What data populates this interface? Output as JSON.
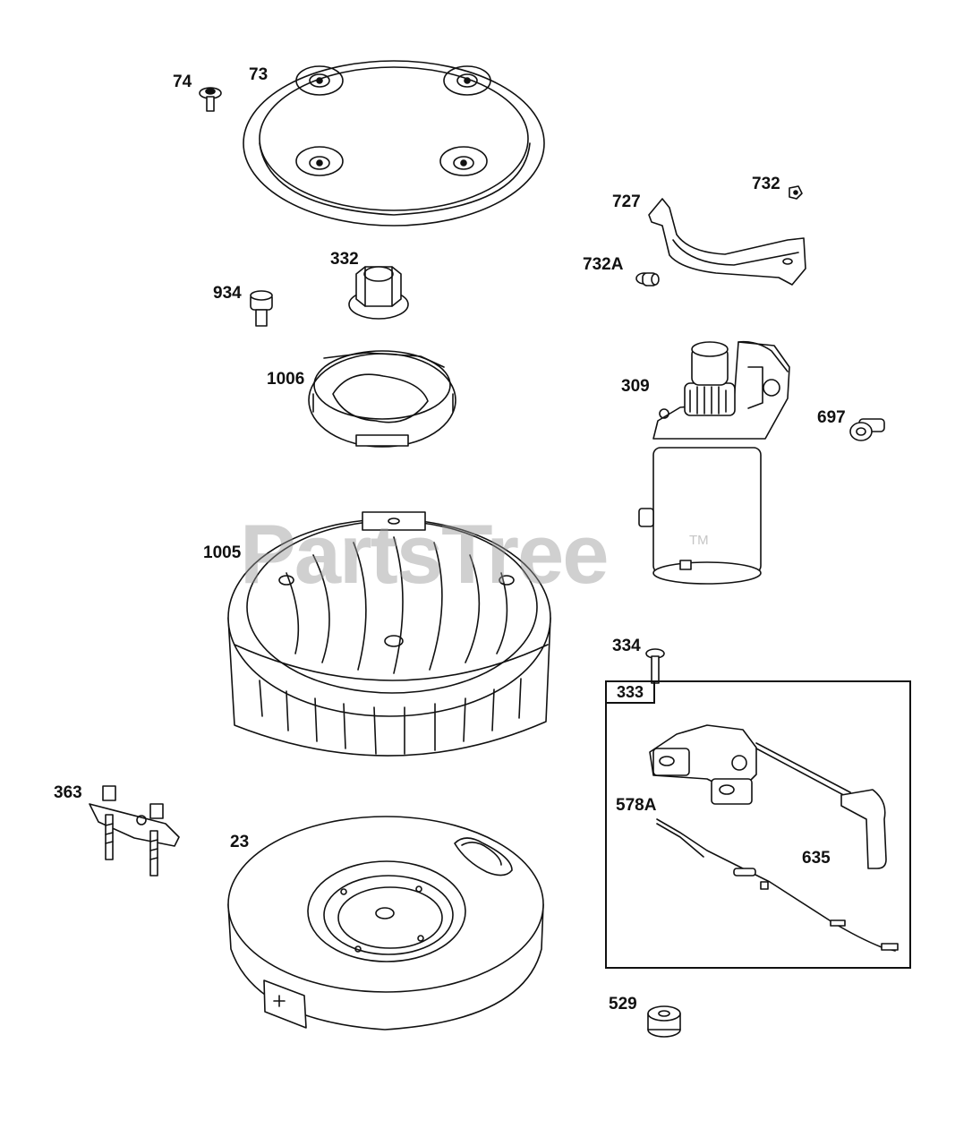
{
  "watermark": {
    "text": "PartsTree",
    "trademark": "TM"
  },
  "kit": {
    "label": "333"
  },
  "labels": {
    "p74": "74",
    "p73": "73",
    "p732": "732",
    "p727": "727",
    "p732a": "732A",
    "p332": "332",
    "p934": "934",
    "p1006": "1006",
    "p309": "309",
    "p697": "697",
    "p1005": "1005",
    "p334": "334",
    "p363": "363",
    "p23": "23",
    "p578a": "578A",
    "p635": "635",
    "p529": "529"
  }
}
